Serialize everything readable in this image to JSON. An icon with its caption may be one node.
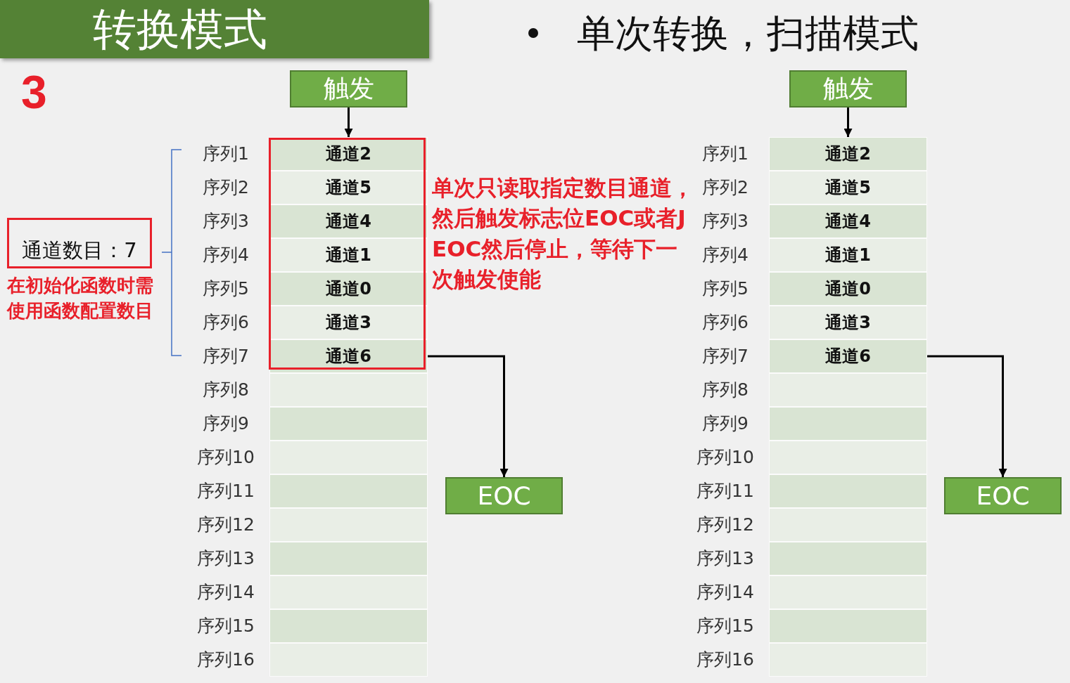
{
  "diagram": {
    "title": "转换模式",
    "nodes": [
      {
        "text": [
          "触发"
        ]
      },
      {
        "text": [
          "通道2"
        ],
        "beside": [
          "序列1"
        ]
      },
      {
        "text": [
          "通道5"
        ],
        "beside": [
          "序列2"
        ]
      },
      {
        "text": [
          "通道4"
        ],
        "beside": [
          "序列3"
        ]
      },
      {
        "text": [
          "通道1"
        ],
        "beside": [
          "序列4"
        ]
      },
      {
        "text": [
          "通道0"
        ],
        "beside": [
          "序列5"
        ]
      },
      {
        "text": [
          "通道3"
        ],
        "beside": [
          "序列6"
        ]
      },
      {
        "text": [
          "通道6"
        ],
        "beside": [
          "序列7"
        ]
      },
      {
        "text": [],
        "shape": "box",
        "beside": [
          "序列8"
        ]
      },
      {
        "text": [],
        "shape": "box",
        "beside": [
          "序列9"
        ]
      },
      {
        "text": [],
        "shape": "box",
        "beside": [
          "序列10"
        ]
      },
      {
        "text": [],
        "shape": "box",
        "beside": [
          "序列11"
        ]
      },
      {
        "text": [],
        "shape": "box",
        "beside": [
          "序列12"
        ]
      },
      {
        "text": [],
        "shape": "box",
        "beside": [
          "序列13"
        ]
      },
      {
        "text": [],
        "shape": "box",
        "beside": [
          "序列14"
        ]
      },
      {
        "text": [],
        "shape": "box",
        "beside": [
          "序列15"
        ]
      },
      {
        "text": [],
        "shape": "box",
        "beside": [
          "序列16"
        ]
      },
      {
        "text": [
          "EOC"
        ]
      },
      {
        "text": [
          "通道数目：7"
        ]
      },
      {
        "text": [
          "触发"
        ]
      },
      {
        "text": [
          "通道2"
        ],
        "beside": [
          "序列1"
        ]
      },
      {
        "text": [
          "通道5"
        ],
        "beside": [
          "序列2"
        ]
      },
      {
        "text": [
          "通道4"
        ],
        "beside": [
          "序列3"
        ]
      },
      {
        "text": [
          "通道1"
        ],
        "beside": [
          "序列4"
        ]
      },
      {
        "text": [
          "通道0"
        ],
        "beside": [
          "序列5"
        ]
      },
      {
        "text": [
          "通道3"
        ],
        "beside": [
          "序列6"
        ]
      },
      {
        "text": [
          "通道6"
        ],
        "beside": [
          "序列7"
        ]
      },
      {
        "text": [],
        "shape": "box",
        "beside": [
          "序列8"
        ]
      },
      {
        "text": [],
        "shape": "box",
        "beside": [
          "序列9"
        ]
      },
      {
        "text": [],
        "shape": "box",
        "beside": [
          "序列10"
        ]
      },
      {
        "text": [],
        "shape": "box",
        "beside": [
          "序列11"
        ]
      },
      {
        "text": [],
        "shape": "box",
        "beside": [
          "序列12"
        ]
      },
      {
        "text": [],
        "shape": "box",
        "beside": [
          "序列13"
        ]
      },
      {
        "text": [],
        "shape": "box",
        "beside": [
          "序列14"
        ]
      },
      {
        "text": [],
        "shape": "box",
        "beside": [
          "序列15"
        ]
      },
      {
        "text": [],
        "shape": "box",
        "beside": [
          "序列16"
        ]
      },
      {
        "text": [
          "EOC"
        ]
      }
    ],
    "edges": [
      {
        "from": 0,
        "to": 1,
        "arrow": "to"
      },
      {
        "from": 7,
        "to": 17,
        "arrow": "to"
      },
      {
        "from": 19,
        "to": 20,
        "arrow": "to"
      },
      {
        "from": 26,
        "to": 36,
        "arrow": "to"
      }
    ],
    "labels": [
      "单次转换，扫描模式",
      "3",
      "在初始化函数时需使用函数配置数目",
      "单次只读取指定数目通道，然后触发标志位EOC或者JEOC然后停止，等待下一次触发使能"
    ]
  }
}
